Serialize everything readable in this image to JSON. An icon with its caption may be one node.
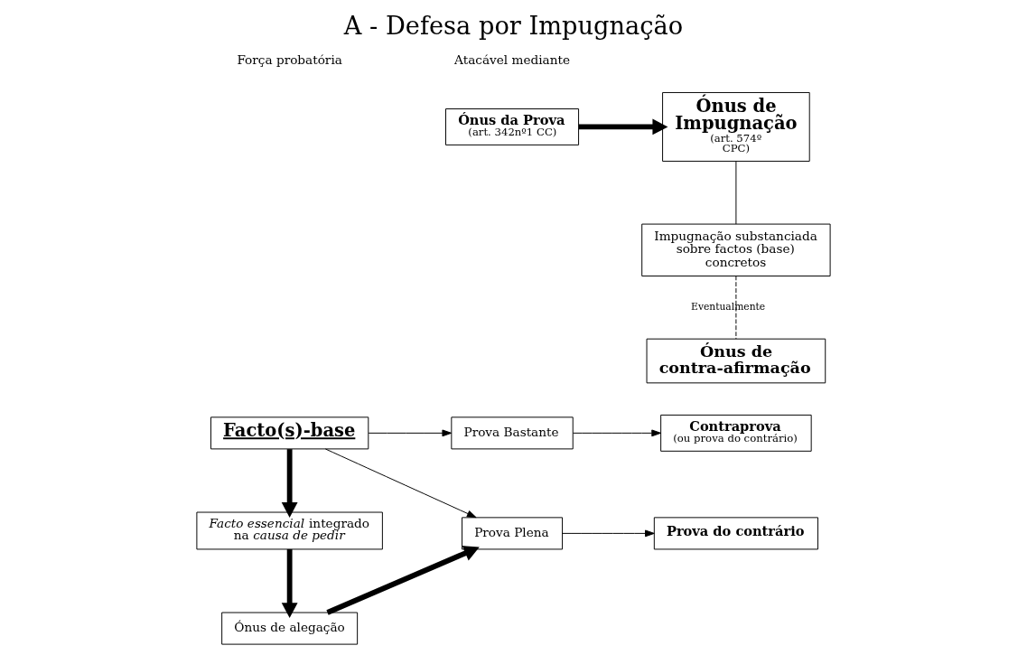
{
  "diagram": {
    "title": "A - Defesa por Impugnação",
    "nodes": [
      {
        "text": [
          "Facto(s)-base"
        ]
      },
      {
        "text": [
          "Prova Bastante"
        ]
      },
      {
        "text": [
          "Prova Plena"
        ]
      },
      {
        "text": [
          "Contraprova",
          "(ou prova do contrário)"
        ]
      },
      {
        "text": [
          "Prova do contrário"
        ]
      },
      {
        "text": [
          "*Facto essencial* integrado na *causa de pedir*"
        ]
      },
      {
        "text": [
          "Ónus de alegação"
        ]
      },
      {
        "text": [
          "Ónus da Prova",
          "(art. 342nº1 CC)"
        ]
      },
      {
        "text": [
          "Ónus de Impugnação",
          "(art. 574º CPC)"
        ]
      },
      {
        "text": [
          "Impugnação substanciada sobre factos (base) concretos"
        ]
      },
      {
        "text": [
          "Ónus de contra-afirmação"
        ]
      }
    ],
    "edges": [
      {
        "from": 0,
        "to": 1,
        "arrow": "to"
      },
      {
        "from": 0,
        "to": 2,
        "arrow": "to"
      },
      {
        "from": 1,
        "to": 3,
        "arrow": "to"
      },
      {
        "from": 2,
        "to": 4,
        "arrow": "to"
      },
      {
        "from": 0,
        "to": 5,
        "arrow": "to",
        "style": "thick"
      },
      {
        "from": 5,
        "to": 6,
        "arrow": "to",
        "style": "thick"
      },
      {
        "from": 6,
        "to": 2,
        "arrow": "to",
        "style": "thick"
      },
      {
        "from": 7,
        "to": 8,
        "arrow": "to",
        "style": "thick"
      },
      {
        "from": 8,
        "to": 9,
        "arrow": "none"
      },
      {
        "from": 9,
        "to": 10,
        "arrow": "none",
        "style": "dashed",
        "label": "Eventualmente"
      }
    ],
    "labels": [
      "Força probatória",
      "Atacável mediante"
    ]
  }
}
